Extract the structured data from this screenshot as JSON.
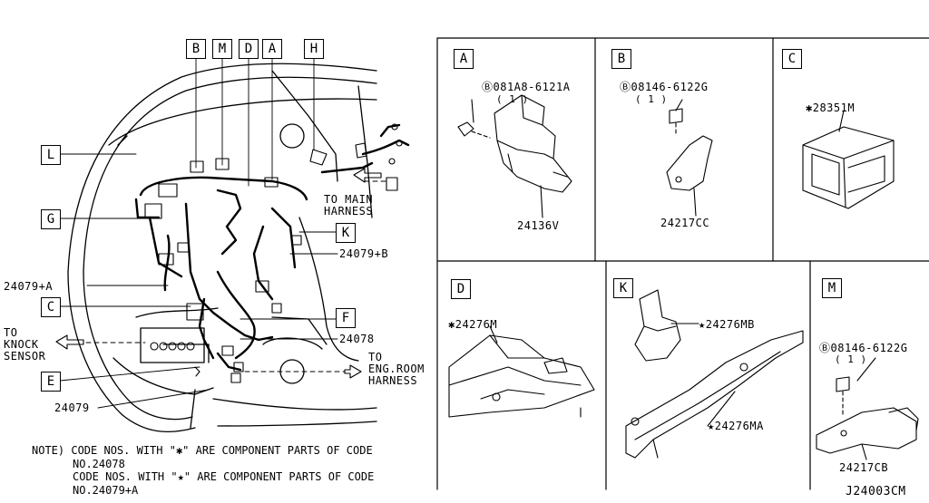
{
  "callouts": {
    "B": "B",
    "M": "M",
    "D": "D",
    "A": "A",
    "H": "H",
    "L": "L",
    "G": "G",
    "C": "C",
    "K": "K",
    "F": "F",
    "E": "E"
  },
  "main": {
    "to_main_harness": "TO MAIN\nHARNESS",
    "part_24079B": "24079+B",
    "part_24079A": "24079+A",
    "to_knock_sensor": "TO\nKNOCK\nSENSOR",
    "part_24078": "24078",
    "to_eng_room": "TO\nENG.ROOM\nHARNESS",
    "part_24079": "24079"
  },
  "note": {
    "line1": "NOTE) CODE NOS. WITH \"✱\" ARE COMPONENT PARTS OF CODE",
    "line2": "NO.24078",
    "line3": "CODE NOS. WITH \"★\" ARE COMPONENT PARTS OF CODE",
    "line4": "NO.24079+A"
  },
  "panels": {
    "A": {
      "tag": "A",
      "bolt": "Ⓑ081A8-6121A",
      "qty": "( 1 )",
      "part": "24136V"
    },
    "B": {
      "tag": "B",
      "bolt": "Ⓑ08146-6122G",
      "qty": "( 1 )",
      "part": "24217CC"
    },
    "C": {
      "tag": "C",
      "part": "✱28351M"
    },
    "D": {
      "tag": "D",
      "part": "✱24276M"
    },
    "K": {
      "tag": "K",
      "part1": "★24276MB",
      "part2": "★24276MA"
    },
    "M": {
      "tag": "M",
      "bolt": "Ⓑ08146-6122G",
      "qty": "( 1 )",
      "part": "24217CB"
    }
  },
  "diagram_code": "J24003CM"
}
